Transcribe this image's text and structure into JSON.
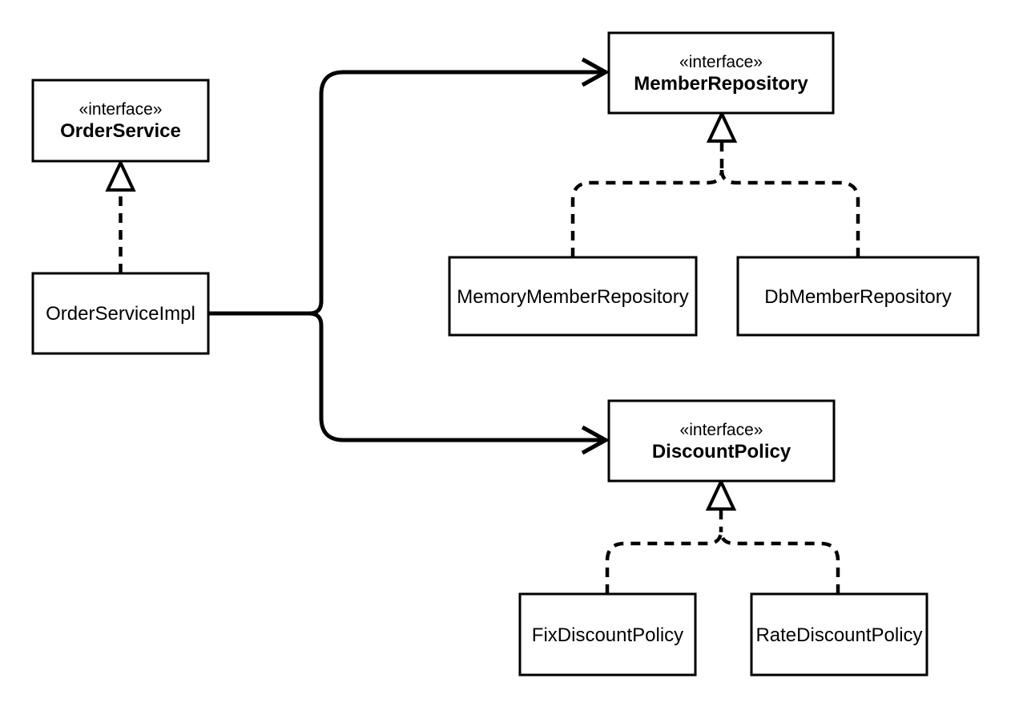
{
  "diagram": {
    "background_color": "#ffffff",
    "line_color": "#000000",
    "nodes": {
      "order_service": {
        "stereotype": "«interface»",
        "name": "OrderService"
      },
      "order_service_impl": {
        "name": "OrderServiceImpl"
      },
      "member_repository": {
        "stereotype": "«interface»",
        "name": "MemberRepository"
      },
      "memory_member_repository": {
        "name": "MemoryMemberRepository"
      },
      "db_member_repository": {
        "name": "DbMemberRepository"
      },
      "discount_policy": {
        "stereotype": "«interface»",
        "name": "DiscountPolicy"
      },
      "fix_discount_policy": {
        "name": "FixDiscountPolicy"
      },
      "rate_discount_policy": {
        "name": "RateDiscountPolicy"
      }
    },
    "relationships": [
      {
        "from": "OrderServiceImpl",
        "to": "OrderService",
        "type": "realization"
      },
      {
        "from": "OrderServiceImpl",
        "to": "MemberRepository",
        "type": "dependency"
      },
      {
        "from": "OrderServiceImpl",
        "to": "DiscountPolicy",
        "type": "dependency"
      },
      {
        "from": "MemoryMemberRepository",
        "to": "MemberRepository",
        "type": "realization"
      },
      {
        "from": "DbMemberRepository",
        "to": "MemberRepository",
        "type": "realization"
      },
      {
        "from": "FixDiscountPolicy",
        "to": "DiscountPolicy",
        "type": "realization"
      },
      {
        "from": "RateDiscountPolicy",
        "to": "DiscountPolicy",
        "type": "realization"
      }
    ]
  }
}
